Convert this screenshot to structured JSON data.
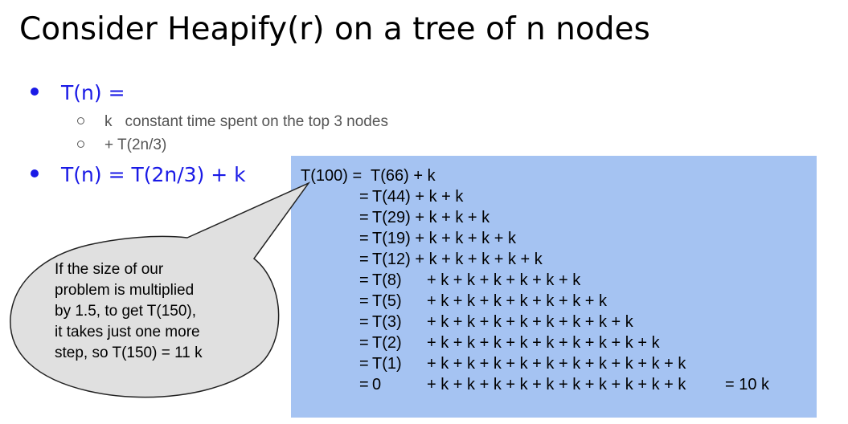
{
  "title": "Consider Heapify(r) on a tree of n nodes",
  "bullets": [
    {
      "text": "T(n) ="
    },
    {
      "text": "T(n) = T(2n/3) + k"
    }
  ],
  "sub_bullets": [
    {
      "term": "k",
      "description": "constant time spent on the top 3 nodes"
    },
    {
      "term": "+ T(2n/3)",
      "description": ""
    }
  ],
  "derivation": [
    {
      "lhs": "T(100) = ",
      "call": "T(66) + k",
      "ks": ""
    },
    {
      "lhs": "= ",
      "call": "T(44) + k + k",
      "ks": ""
    },
    {
      "lhs": "= ",
      "call": "T(29) + k + k + k",
      "ks": ""
    },
    {
      "lhs": "= ",
      "call": "T(19) + k + k + k + k",
      "ks": ""
    },
    {
      "lhs": "= ",
      "call": "T(12) + k + k + k + k + k",
      "ks": ""
    },
    {
      "lhs": "= ",
      "call": "T(8)",
      "ks": "+ k + k + k + k + k + k"
    },
    {
      "lhs": "= ",
      "call": "T(5)",
      "ks": "+ k + k + k + k + k + k + k"
    },
    {
      "lhs": "= ",
      "call": "T(3)",
      "ks": "+ k + k + k + k + k + k + k + k"
    },
    {
      "lhs": "= ",
      "call": "T(2)",
      "ks": "+ k + k + k + k + k + k + k + k + k"
    },
    {
      "lhs": "= ",
      "call": "T(1)",
      "ks": "+ k + k + k + k + k + k + k + k + k + k"
    },
    {
      "lhs": "= ",
      "call": "0",
      "ks": "+ k + k + k + k + k + k + k + k + k + k"
    }
  ],
  "derivation_result": "= 10 k",
  "callout": {
    "lines": [
      "If the size of our",
      "problem is multiplied",
      "by 1.5, to get T(150),",
      "it takes just one more",
      "step, so T(150) = 11 k"
    ]
  },
  "colors": {
    "title": "#000000",
    "bullet": "#1a1ae6",
    "sub_bullet": "#555555",
    "panel": "#a5c3f2",
    "callout_fill": "#e0e0e0"
  }
}
